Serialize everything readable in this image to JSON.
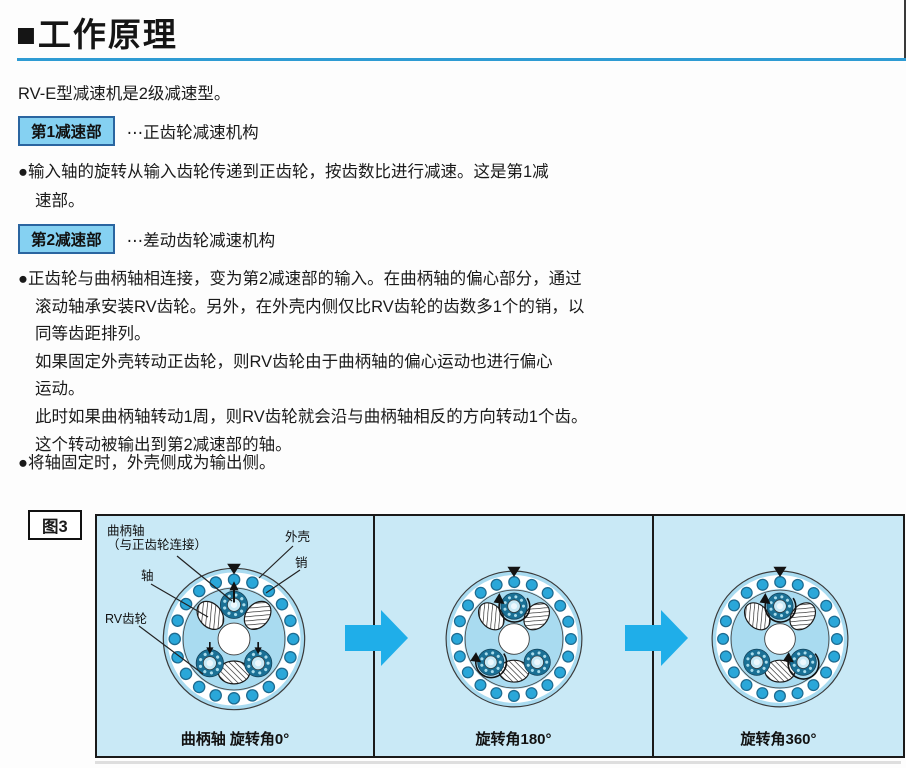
{
  "page": {
    "title": "■工作原理",
    "accent_color": "#2E9BD3"
  },
  "intro": "RV-E型减速机是2级减速型。",
  "sections": [
    {
      "tag": "第1减速部",
      "desc": "⋯正齿轮减速机构",
      "body": "●输入轴的旋转从输入齿轮传递到正齿轮，按齿数比进行减速。这是第1减\n速部。"
    },
    {
      "tag": "第2减速部",
      "desc": "⋯差动齿轮减速机构",
      "body": "●正齿轮与曲柄轴相连接，变为第2减速部的输入。在曲柄轴的偏心部分，通过\n滚动轴承安装RV齿轮。另外，在外壳内侧仅比RV齿轮的齿数多1个的销，以\n同等齿距排列。\n如果固定外壳转动正齿轮，则RV齿轮由于曲柄轴的偏心运动也进行偏心\n运动。\n此时如果曲柄轴转动1周，则RV齿轮就会沿与曲柄轴相反的方向转动1个齿。\n这个转动被输出到第2减速部的轴。"
    }
  ],
  "note": "●将轴固定时，外壳侧成为输出侧。",
  "figure": {
    "label": "图3",
    "labels": {
      "crankshaft": "曲柄轴\n（与正齿轮连接）",
      "shaft": "轴",
      "rv_gear": "RV齿轮",
      "housing": "外壳",
      "pin": "销"
    },
    "panels": [
      {
        "caption": "曲柄轴 旋转角0°"
      },
      {
        "caption": "旋转角180°"
      },
      {
        "caption": "旋转角360°"
      }
    ],
    "colors": {
      "panel_bg": "#C9E9F6",
      "housing_disc": "#A9DBF0",
      "pin_blue": "#2AA7D9",
      "flow_arrow": "#1FAEE9",
      "tag_box_bg": "#85D1F2",
      "tag_box_border": "#2A65A0"
    }
  }
}
